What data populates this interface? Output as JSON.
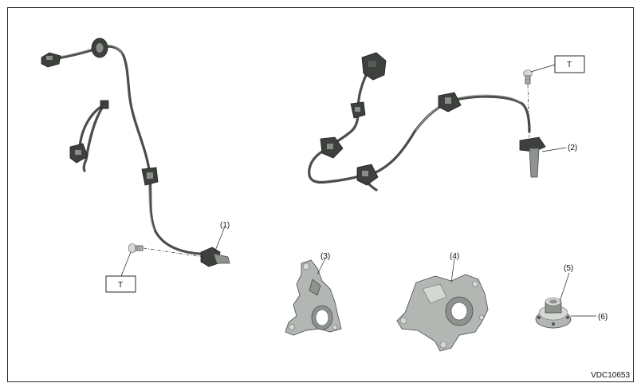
{
  "diagram": {
    "figure_code": "VDC10653",
    "callouts": [
      {
        "id": "c1",
        "text": "(1)"
      },
      {
        "id": "c2",
        "text": "(2)"
      },
      {
        "id": "c3",
        "text": "(3)"
      },
      {
        "id": "c4",
        "text": "(4)"
      },
      {
        "id": "c5",
        "text": "(5)"
      },
      {
        "id": "c6",
        "text": "(6)"
      }
    ],
    "torque_boxes": [
      {
        "id": "t1",
        "text": "T"
      },
      {
        "id": "t2",
        "text": "T"
      }
    ]
  }
}
